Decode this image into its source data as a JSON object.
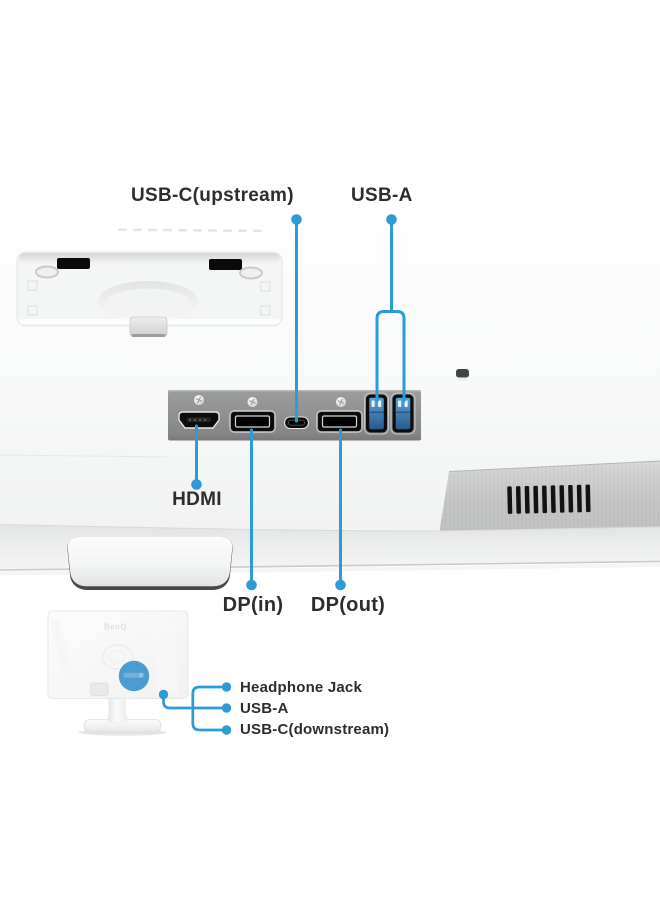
{
  "accent_color": "#2B9CD8",
  "brand_logo": "BenQ",
  "callouts": {
    "top": {
      "usb_c_upstream": "USB-C(upstream)",
      "usb_a": "USB-A"
    },
    "rear": {
      "hdmi": "HDMI",
      "dp_in": "DP(in)",
      "dp_out": "DP(out)"
    },
    "side": {
      "headphone_jack": "Headphone Jack",
      "usb_a": "USB-A",
      "usb_c_downstream": "USB-C(downstream)"
    }
  },
  "colors": {
    "port_panel": "#8F9091",
    "usb_a_port_blue": "#3E7FB5",
    "vent_slat": "#121213",
    "monitor_body": "#F6F7F7"
  }
}
